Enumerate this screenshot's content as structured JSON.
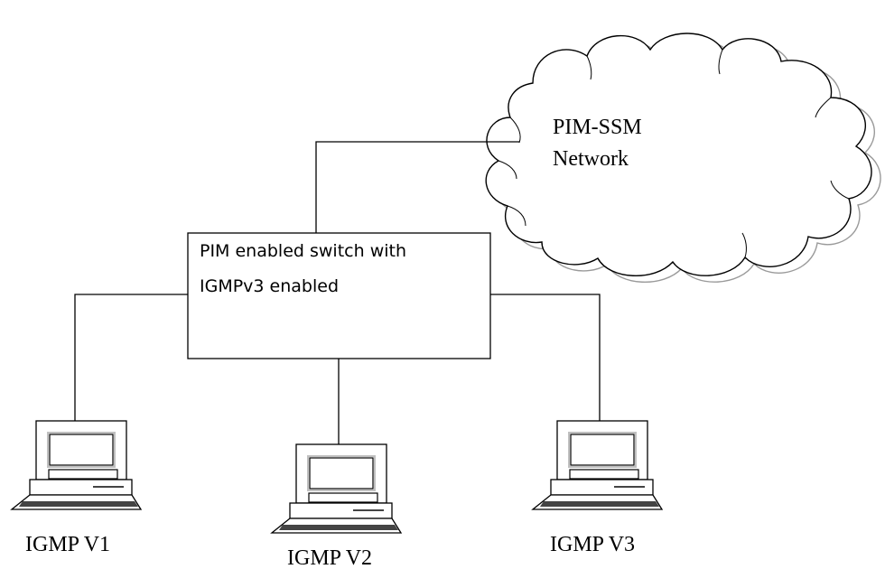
{
  "cloud": {
    "line1": "PIM-SSM",
    "line2": "Network"
  },
  "switch": {
    "line1": "PIM enabled switch with",
    "line2": "IGMPv3 enabled"
  },
  "hosts": [
    {
      "label": "IGMP V1"
    },
    {
      "label": "IGMP V2"
    },
    {
      "label": "IGMP V3"
    }
  ],
  "colors": {
    "line": "#000000",
    "cloud_outline": "#000000",
    "cloud_shadow": "#9a9a9a",
    "screen_frame": "#c0c0c0",
    "keyboard_stripe": "#444444"
  }
}
